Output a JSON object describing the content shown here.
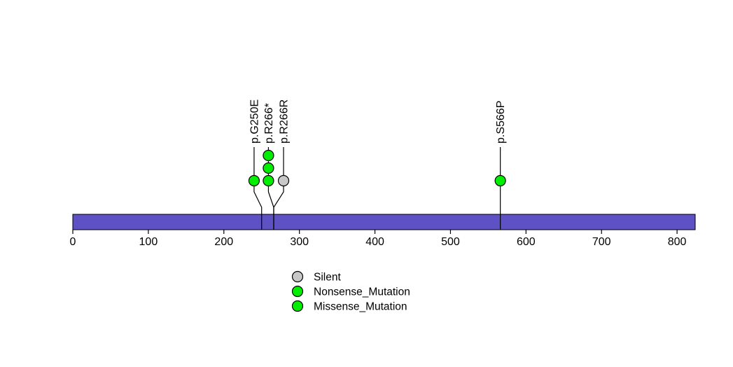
{
  "chart_data": {
    "type": "lollipop",
    "title": "",
    "xlabel": "",
    "ylabel": "",
    "protein": {
      "start": 0,
      "length": 824,
      "bar_color": "#5d51c4",
      "bar_border_color": "#000000"
    },
    "x_axis": {
      "min": 0,
      "max": 824,
      "ticks": [
        0,
        100,
        200,
        300,
        400,
        500,
        600,
        700,
        800
      ],
      "tick_label_color": "#000000"
    },
    "mutation_classes": {
      "Silent": "#c8c8c8",
      "Nonsense_Mutation": "#00ee00",
      "Missense_Mutation": "#00ee00"
    },
    "mutations": [
      {
        "label": "p.G250E",
        "position": 250,
        "label_position": 240,
        "class": "Missense_Mutation",
        "count": 1
      },
      {
        "label": "p.R266*",
        "position": 266,
        "label_position": 259,
        "class": "Nonsense_Mutation",
        "count": 3
      },
      {
        "label": "p.R266R",
        "position": 266,
        "label_position": 279,
        "class": "Silent",
        "count": 1
      },
      {
        "label": "p.S566P",
        "position": 566,
        "label_position": 566,
        "class": "Missense_Mutation",
        "count": 1
      }
    ],
    "legend": {
      "position": "bottom-center",
      "entries": [
        {
          "label": "Silent",
          "color": "#c8c8c8"
        },
        {
          "label": "Nonsense_Mutation",
          "color": "#00ee00"
        },
        {
          "label": "Missense_Mutation",
          "color": "#00ee00"
        }
      ]
    },
    "stick_color": "#000000",
    "circle_border_color": "#000000",
    "background_color": "#ffffff"
  }
}
